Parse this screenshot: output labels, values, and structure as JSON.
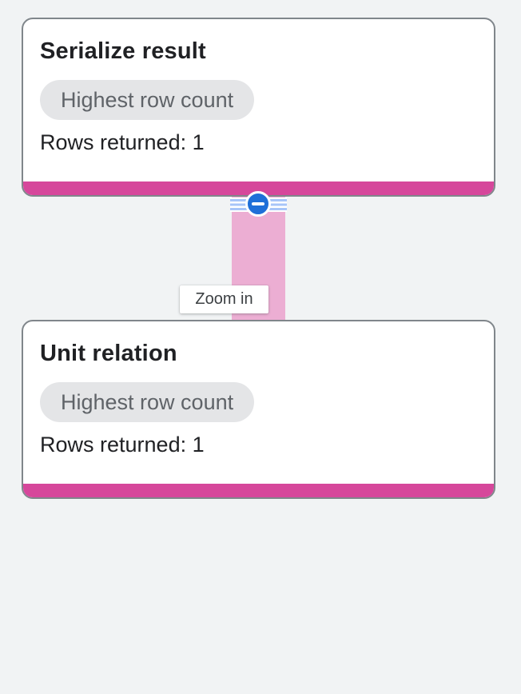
{
  "colors": {
    "bg": "#f1f3f4",
    "card-bg": "#ffffff",
    "card-border": "#80868b",
    "accent-pink": "#d6479b",
    "edge-pink": "#ecaed3",
    "badge-bg": "#e4e5e7",
    "badge-text": "#5f6368",
    "text": "#202124",
    "button-blue": "#1f6fd8",
    "stripe-blue": "#a7c5f8",
    "tooltip-text": "#3c4043"
  },
  "nodes": [
    {
      "title": "Serialize result",
      "badge": "Highest row count",
      "stats": "Rows returned: 1"
    },
    {
      "title": "Unit relation",
      "badge": "Highest row count",
      "stats": "Rows returned: 1"
    }
  ],
  "edge": {
    "icon": "minus-circle-icon"
  },
  "tooltip": {
    "text": "Zoom in"
  }
}
